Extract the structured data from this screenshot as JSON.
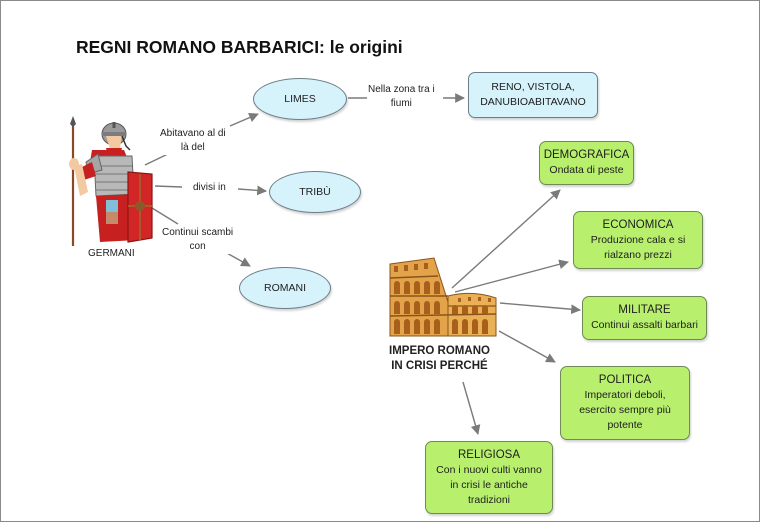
{
  "title": "REGNI ROMANO BARBARICI: le origini",
  "germani": {
    "caption": "GERMANI",
    "icon": "roman-soldier-illustration"
  },
  "impero": {
    "caption_line1": "IMPERO ROMANO",
    "caption_line2": "IN CRISI PERCHÉ",
    "icon": "colosseum-illustration"
  },
  "nodes": {
    "limes": "LIMES",
    "tribu": "TRIBÙ",
    "romani": "ROMANI",
    "fiumi": {
      "line1": "RENO, VISTOLA,",
      "line2": "DANUBIOABITAVANO"
    }
  },
  "link_labels": {
    "abitavano_l1": "Abitavano al di",
    "abitavano_l2": "là del",
    "divisi": "divisi in",
    "scambi_l1": "Continui scambi",
    "scambi_l2": "con",
    "zona_l1": "Nella zona tra i",
    "zona_l2": "fiumi"
  },
  "causes": [
    {
      "head": "DEMOGRAFICA",
      "lines": [
        "Ondata di peste"
      ]
    },
    {
      "head": "ECONOMICA",
      "lines": [
        "Produzione cala e si",
        "rialzano prezzi"
      ]
    },
    {
      "head": "MILITARE",
      "lines": [
        "Continui assalti barbari"
      ]
    },
    {
      "head": "POLITICA",
      "lines": [
        "Imperatori deboli,",
        "esercito sempre più",
        "potente"
      ]
    },
    {
      "head": "RELIGIOSA",
      "lines": [
        "Con i nuovi culti vanno",
        "in crisi le antiche",
        "tradizioni"
      ]
    }
  ],
  "colors": {
    "ellipse_fill": "#d6f2fb",
    "cause_fill": "#b8f06e",
    "connector": "#7a7a7a"
  }
}
